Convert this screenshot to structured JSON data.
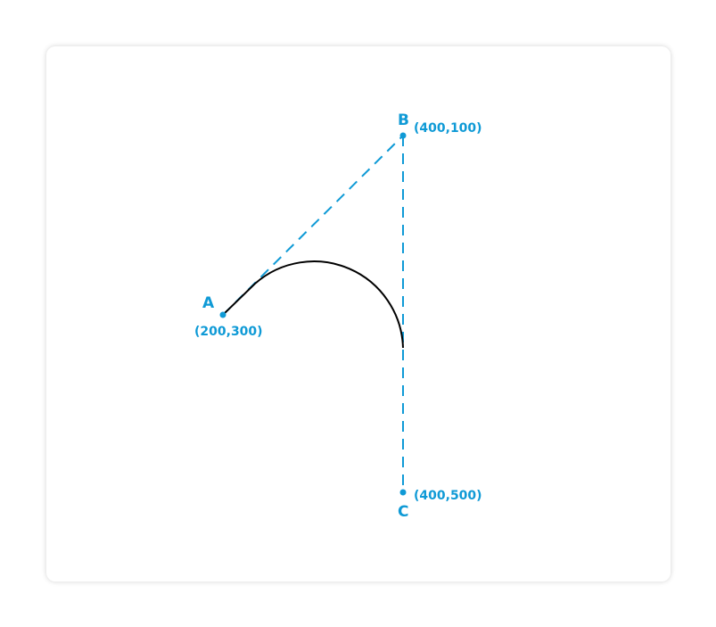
{
  "diagram": {
    "accent_color": "#0f9ad6",
    "curve_color": "#000000",
    "points": {
      "A": {
        "name": "A",
        "coord": "(200,300)"
      },
      "B": {
        "name": "B",
        "coord": "(400,100)"
      },
      "C": {
        "name": "C",
        "coord": "(400,500)"
      }
    }
  }
}
